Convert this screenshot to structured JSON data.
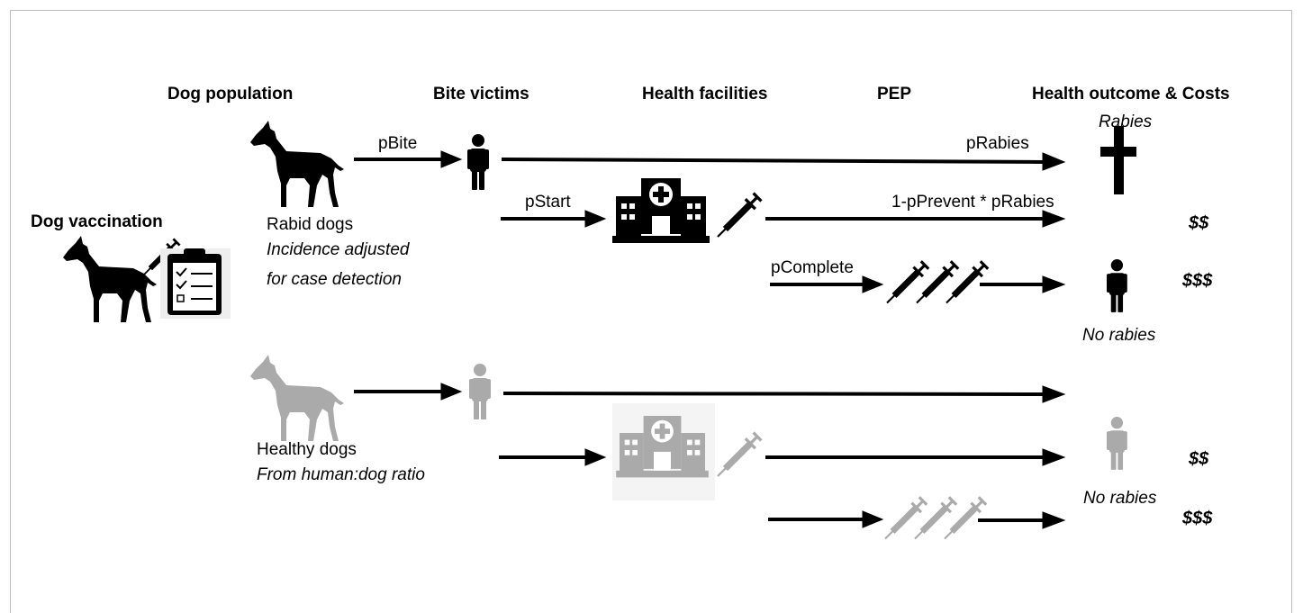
{
  "headers": {
    "dog_population": "Dog population",
    "bite_victims": "Bite victims",
    "health_facilities": "Health facilities",
    "pep": "PEP",
    "outcome_costs": "Health outcome & Costs"
  },
  "left": {
    "dog_vaccination": "Dog vaccination"
  },
  "rabid": {
    "label": "Rabid dogs",
    "note_line1": "Incidence adjusted",
    "note_line2": "for case detection"
  },
  "healthy": {
    "label": "Healthy dogs",
    "note": "From human:dog ratio"
  },
  "arrow_labels": {
    "pbite": "pBite",
    "pstart": "pStart",
    "prabies": "pRabies",
    "prevent": "1-pPrevent * pRabies",
    "pcomplete": "pComplete"
  },
  "outcomes": {
    "rabies": "Rabies",
    "no_rabies_top": "No rabies",
    "no_rabies_bottom": "No rabies"
  },
  "costs": {
    "top_two": "$$",
    "top_three": "$$$",
    "bottom_two": "$$",
    "bottom_three": "$$$"
  },
  "colors": {
    "primary": "#000000",
    "faded": "#aaaaaa"
  },
  "icons": [
    "dog-icon",
    "person-icon",
    "hospital-icon",
    "syringe-icon",
    "cross-icon",
    "clipboard-icon"
  ]
}
